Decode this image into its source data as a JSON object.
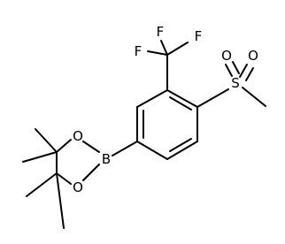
{
  "molecule": {
    "atoms": {
      "f_top": "F",
      "f_left": "F",
      "f_right": "F",
      "s": "S",
      "o_left": "O",
      "o_right": "O",
      "b": "B",
      "o_ring_top": "O",
      "o_ring_bottom": "O"
    }
  }
}
